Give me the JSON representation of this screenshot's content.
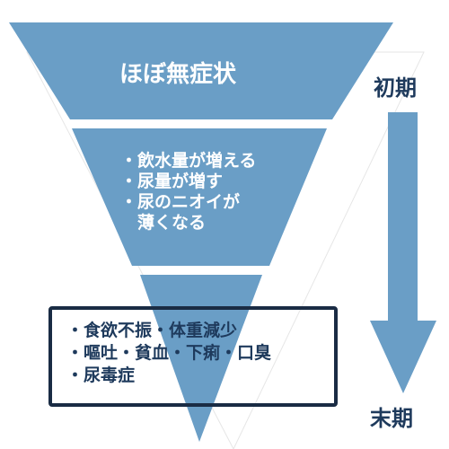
{
  "funnel": {
    "stages": [
      {
        "title": "ほぼ無症状"
      },
      {
        "symptoms": [
          "・飲水量が増える",
          "・尿量が増す",
          "・尿のニオイが",
          "　薄くなる"
        ]
      },
      {
        "symptoms": [
          "・食欲不振・体重減少",
          "・嘔吐・貧血・下痢・口臭",
          "・尿毒症"
        ]
      }
    ]
  },
  "timeline": {
    "start_label": "初期",
    "end_label": "末期"
  },
  "colors": {
    "funnel_fill": "#6a9ec6",
    "box_border": "#1a2c44",
    "arrow_fill": "#6a9ec6",
    "text_dark": "#1e3a5c"
  }
}
